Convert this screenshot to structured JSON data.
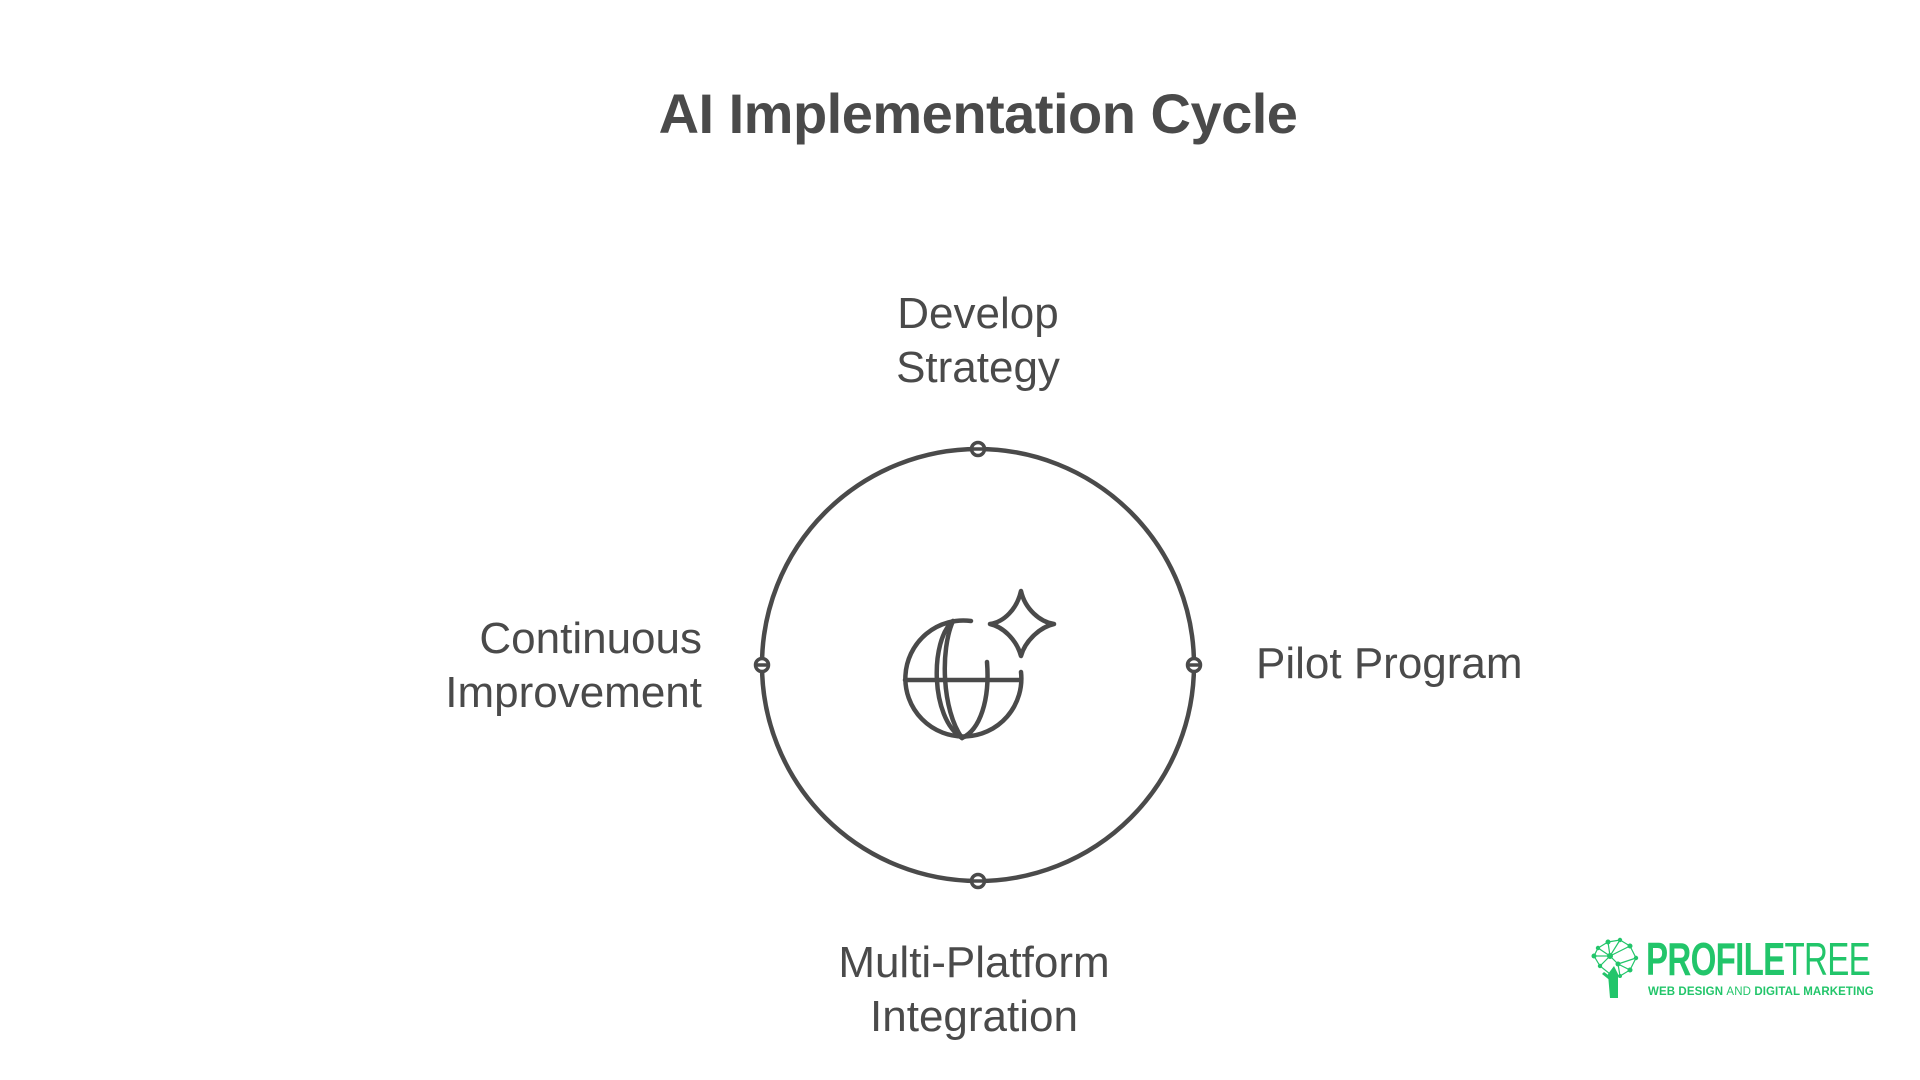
{
  "title": "AI Implementation Cycle",
  "diagram": {
    "type": "cycle",
    "center_icon": "globe-sparkle-icon",
    "stroke_color": "#4a4a4a",
    "stages": [
      {
        "position": "top",
        "line1": "Develop",
        "line2": "Strategy"
      },
      {
        "position": "right",
        "line1": "Pilot Program"
      },
      {
        "position": "bottom",
        "line1": "Multi-Platform",
        "line2": "Integration"
      },
      {
        "position": "left",
        "line1": "Continuous",
        "line2": "Improvement"
      }
    ]
  },
  "logo": {
    "name_bold": "PROFILE",
    "name_light": "TREE",
    "tagline_part1": "WEB DESIGN ",
    "tagline_part2": "AND ",
    "tagline_part3": "DIGITAL MARKETING",
    "color": "#22c56a"
  }
}
